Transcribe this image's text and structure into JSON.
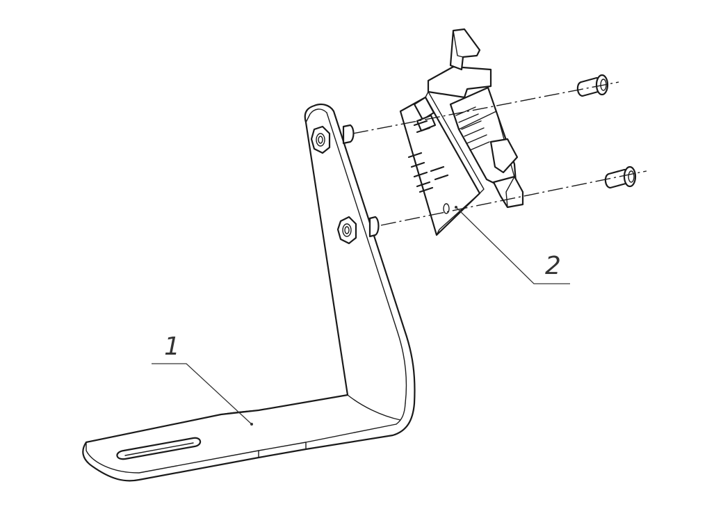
{
  "callouts": [
    {
      "id": "1",
      "text": "1"
    },
    {
      "id": "2",
      "text": "2"
    }
  ],
  "colors": {
    "line": "#1a1a1a",
    "background": "#ffffff"
  }
}
